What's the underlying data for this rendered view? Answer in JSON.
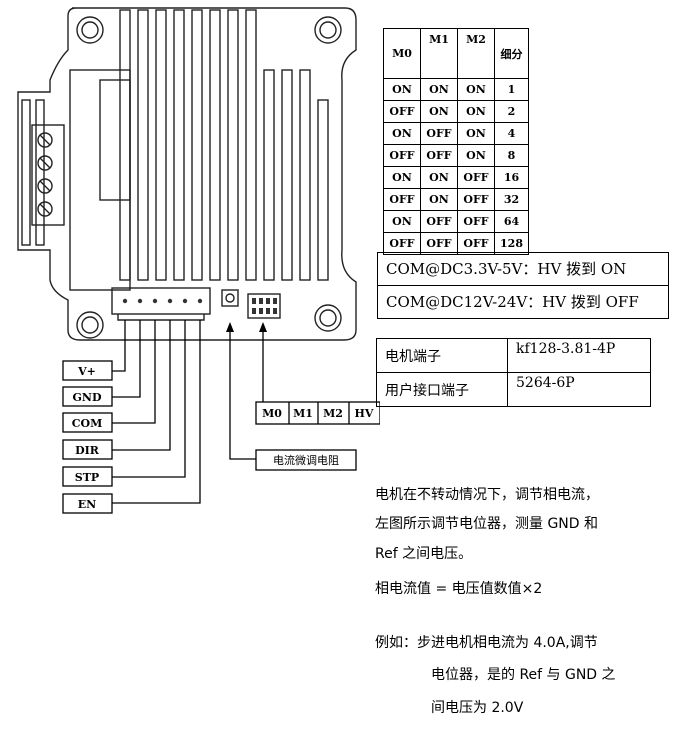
{
  "pin_labels": [
    "V+",
    "GND",
    "COM",
    "DIR",
    "STP",
    "EN"
  ],
  "dip_labels": [
    "M0",
    "M1",
    "M2",
    "HV"
  ],
  "pot_label": "电流微调电阻",
  "microstep_table": {
    "headers": [
      "M0",
      "M1",
      "M2",
      "细分"
    ],
    "rows": [
      [
        "ON",
        "ON",
        "ON",
        "1"
      ],
      [
        "OFF",
        "ON",
        "ON",
        "2"
      ],
      [
        "ON",
        "OFF",
        "ON",
        "4"
      ],
      [
        "OFF",
        "OFF",
        "ON",
        "8"
      ],
      [
        "ON",
        "ON",
        "OFF",
        "16"
      ],
      [
        "OFF",
        "ON",
        "OFF",
        "32"
      ],
      [
        "ON",
        "OFF",
        "OFF",
        "64"
      ],
      [
        "OFF",
        "OFF",
        "OFF",
        "128"
      ]
    ]
  },
  "com_notes": [
    "COM@DC3.3V-5V：HV 拨到 ON",
    "COM@DC12V-24V：HV 拨到 OFF"
  ],
  "port_table": [
    {
      "name": "电机端子",
      "value": "kf128-3.81-4P"
    },
    {
      "name": "用户接口端子",
      "value": "5264-6P"
    }
  ],
  "notes": {
    "para1_line1": "电机在不转动情况下，调节相电流，",
    "para1_line2": "左图所示调节电位器，测量 GND 和",
    "para1_line3": "Ref 之间电压。",
    "formula": "相电流值 = 电压值数值×2",
    "example_line1": "例如：步进电机相电流为 4.0A,调节",
    "example_line2": "电位器，是的 Ref 与 GND 之",
    "example_line3": "间电压为 2.0V"
  }
}
